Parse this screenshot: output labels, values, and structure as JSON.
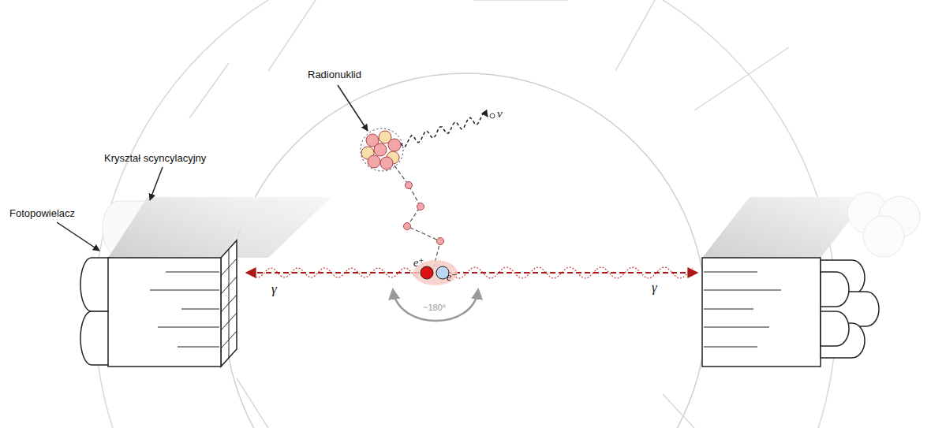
{
  "diagram": {
    "labels": [
      "Radionuklid",
      "Kryształ scyncylacyjny",
      "Fotopowielacz",
      "ν",
      "γ",
      "γ",
      "e⁺",
      "e⁻",
      "~180°"
    ]
  }
}
